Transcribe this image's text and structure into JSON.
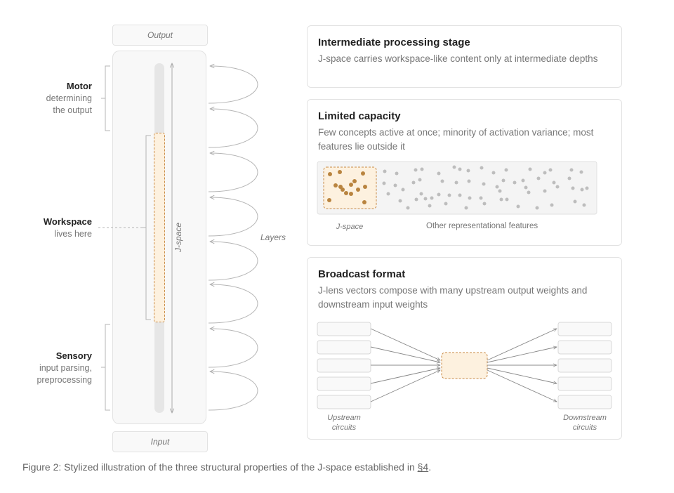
{
  "left_panel": {
    "output_label": "Output",
    "input_label": "Input",
    "jspace_axis_label": "J-space",
    "layers_label": "Layers",
    "regions": [
      {
        "title": "Motor",
        "desc_line1": "determining",
        "desc_line2": "the output"
      },
      {
        "title": "Workspace",
        "desc_line1": "lives here",
        "desc_line2": ""
      },
      {
        "title": "Sensory",
        "desc_line1": "input parsing,",
        "desc_line2": "preprocessing"
      }
    ]
  },
  "cards": [
    {
      "title": "Intermediate processing stage",
      "text": "J-space carries workspace-like content only at intermediate depths"
    },
    {
      "title": "Limited capacity",
      "text": "Few concepts active at once; minority of activation variance; most features lie outside it",
      "jspace_label": "J-space",
      "other_label": "Other representational features"
    },
    {
      "title": "Broadcast format",
      "text": "J-lens vectors compose with many upstream output weights and downstream input weights",
      "upstream_label_line1": "Upstream",
      "upstream_label_line2": "circuits",
      "downstream_label_line1": "Downstream",
      "downstream_label_line2": "circuits"
    }
  ],
  "caption": {
    "text": "Figure 2: Stylized illustration of the three structural properties of the J-space established in ",
    "link": "§4",
    "end": "."
  },
  "colors": {
    "accent_fill": "#fdf1df",
    "accent_stroke": "#c98a45",
    "dot_active": "#b9843f",
    "dot_inactive": "#bdbdbd"
  }
}
